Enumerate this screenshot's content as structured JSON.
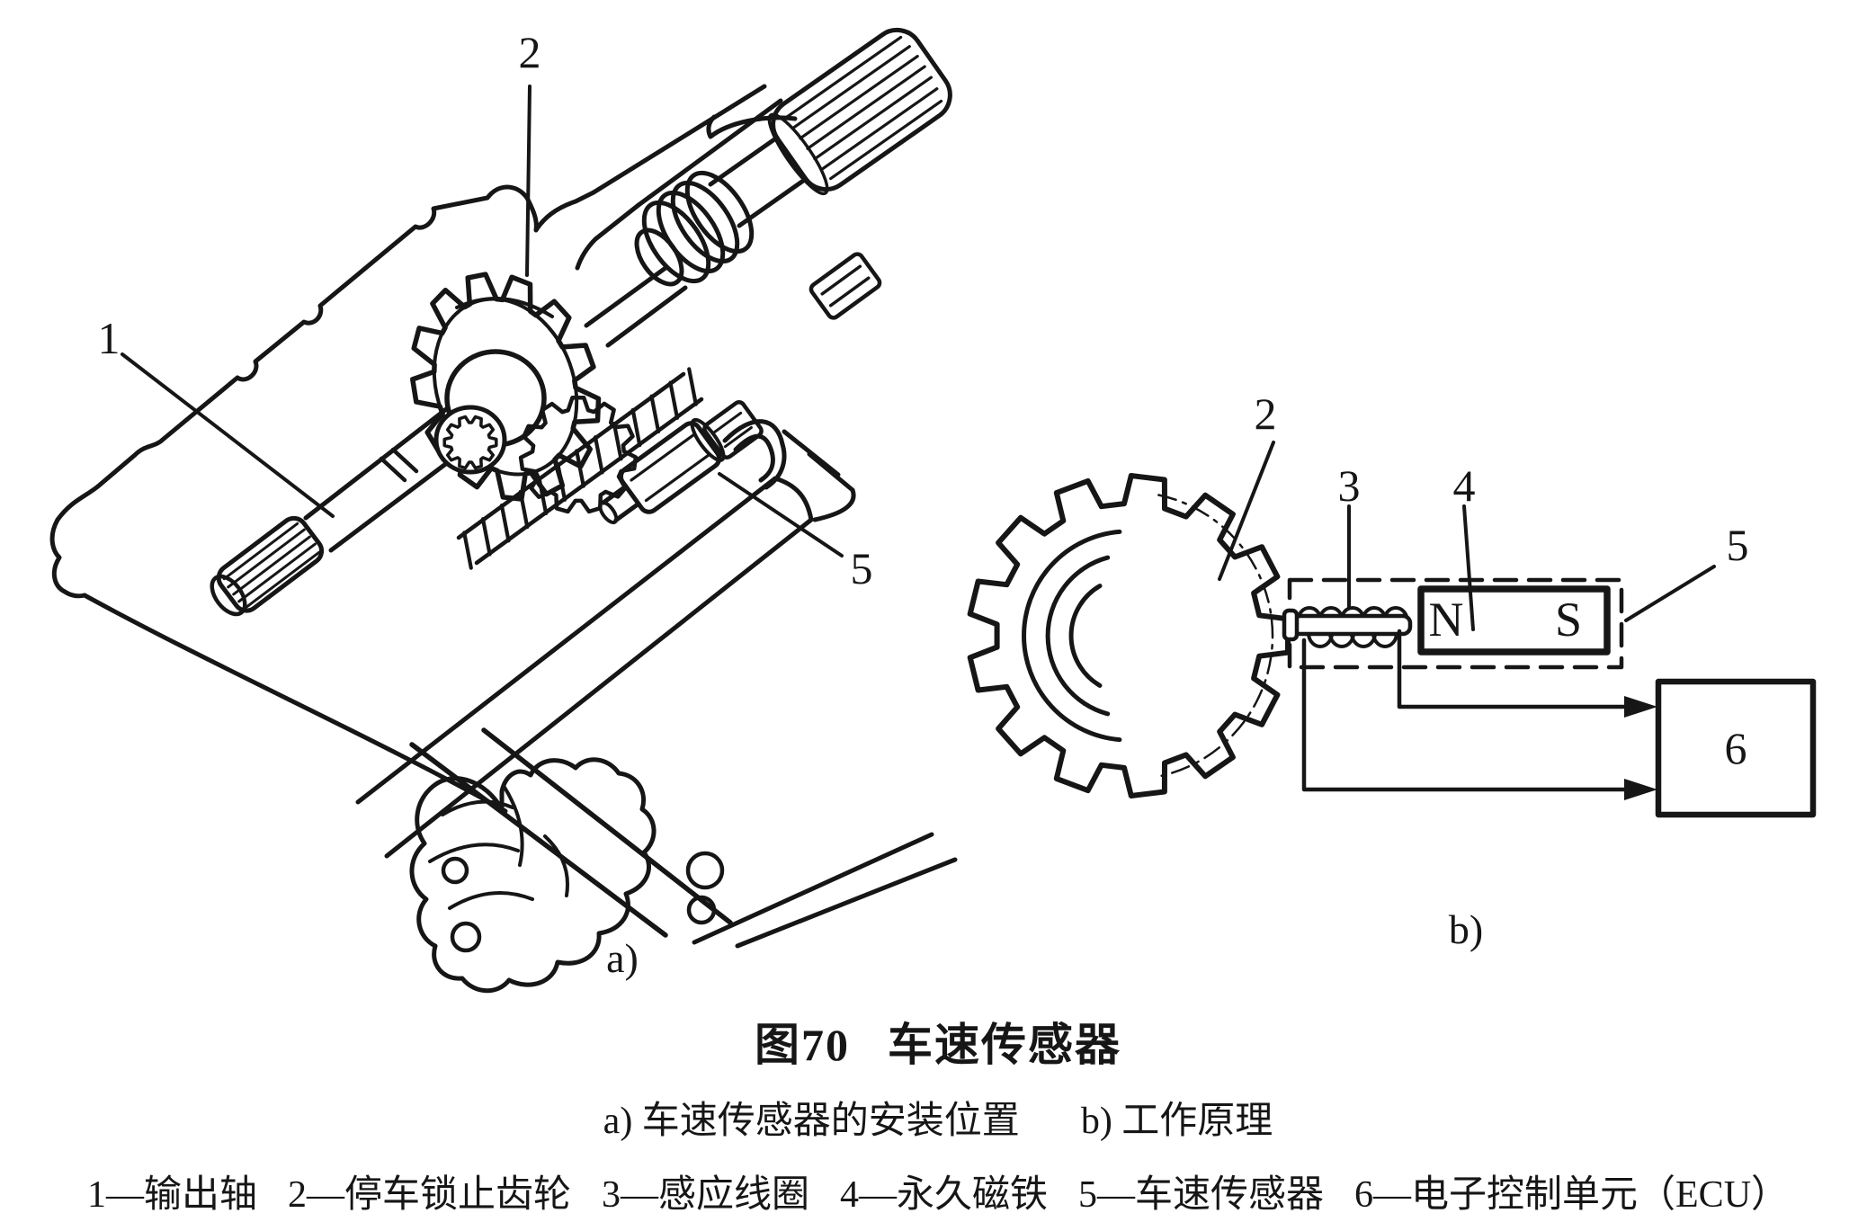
{
  "figure": {
    "number": "图70",
    "title": "车速传感器",
    "subcaption_a": "a) 车速传感器的安装位置",
    "subcaption_b": "b) 工作原理",
    "legend_items": [
      {
        "num": "1",
        "name": "输出轴"
      },
      {
        "num": "2",
        "name": "停车锁止齿轮"
      },
      {
        "num": "3",
        "name": "感应线圈"
      },
      {
        "num": "4",
        "name": "永久磁铁"
      },
      {
        "num": "5",
        "name": "车速传感器"
      },
      {
        "num": "6",
        "name": "电子控制单元（ECU）"
      }
    ]
  },
  "panel_a": {
    "label": "a)",
    "callout_1": "1",
    "callout_2": "2",
    "callout_5": "5"
  },
  "panel_b": {
    "label": "b)",
    "callout_2": "2",
    "callout_3": "3",
    "callout_4": "4",
    "callout_5": "5",
    "callout_6": "6",
    "magnet_north": "N",
    "magnet_south": "S"
  },
  "colors": {
    "ink": "#161616",
    "paper": "#ffffff"
  }
}
